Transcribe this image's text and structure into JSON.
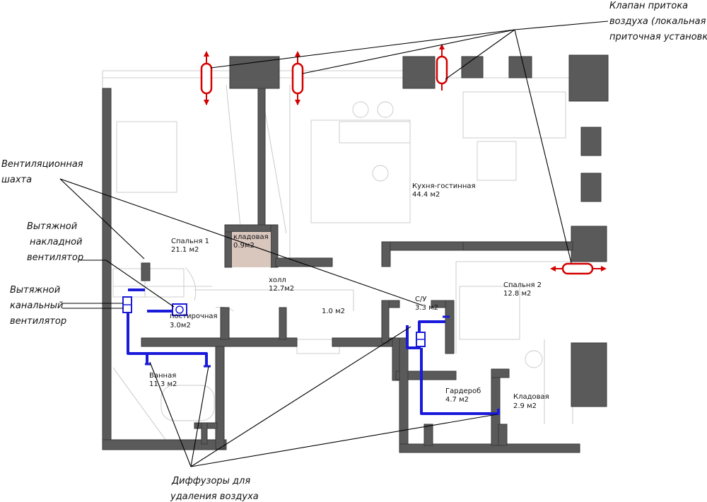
{
  "callouts": {
    "supply_valve": [
      "Клапан притока",
      "воздуха (локальная",
      "приточная установка)"
    ],
    "vent_shaft": [
      "Вентиляционная",
      "шахта"
    ],
    "surface_fan": [
      "Вытяжной",
      "накладной",
      "вентилятор"
    ],
    "duct_fan": [
      "Вытяжной",
      "канальный",
      "вентилятор"
    ],
    "diffusers": [
      "Диффузоры для",
      "удаления воздуха"
    ]
  },
  "rooms": {
    "kitchen": {
      "name": "Кухня-гостинная",
      "area": "44.4 м2"
    },
    "bedroom1": {
      "name": "Спальня 1",
      "area": "21.1 м2"
    },
    "storage1": {
      "name": "кладовая",
      "area": "0.9м2"
    },
    "hall": {
      "name": "холл",
      "area": "12.7м2"
    },
    "corridor": {
      "area": "1.0 м2"
    },
    "laundry": {
      "name": "постирочная",
      "area": "3.0м2"
    },
    "bathroom": {
      "name": "Ванная",
      "area": "11.3 м2"
    },
    "wc": {
      "name": "С/У",
      "area": "3.3 м2"
    },
    "bedroom2": {
      "name": "Спальня 2",
      "area": "12.8 м2"
    },
    "wardrobe": {
      "name": "Гардероб",
      "area": "4.7 м2"
    },
    "storage2": {
      "name": "Кладовая",
      "area": "2.9 м2"
    }
  },
  "colors": {
    "wall": "#5a5a5a",
    "duct": "#1a1adb",
    "supply_valve": "#d40000",
    "storage_fill": "#d9c7be"
  }
}
